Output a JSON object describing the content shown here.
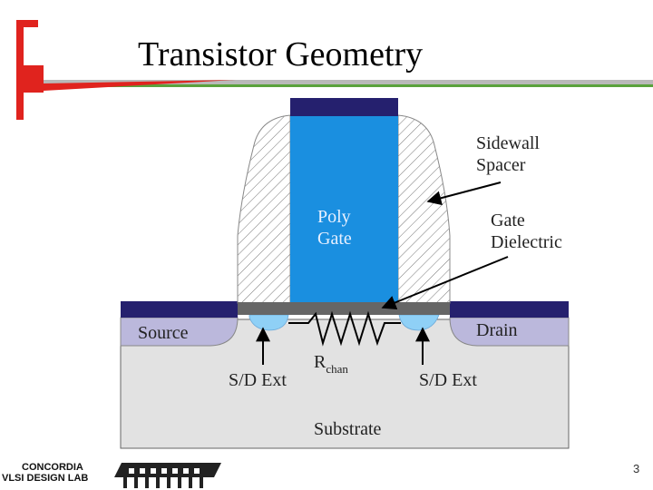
{
  "slide": {
    "title": "Transistor Geometry",
    "page_number": "3"
  },
  "diagram": {
    "labels": {
      "sidewall_spacer": "Sidewall\nSpacer",
      "poly_gate": "Poly\nGate",
      "gate_dielectric": "Gate\nDielectric",
      "source": "Source",
      "drain": "Drain",
      "sd_ext_left": "S/D Ext",
      "sd_ext_right": "S/D Ext",
      "r_chan_main": "R",
      "r_chan_sub": "chan",
      "substrate": "Substrate"
    }
  },
  "logo": {
    "line1": "CONCORDIA",
    "line2": "VLSI DESIGN LAB"
  },
  "colors": {
    "gate": "#1a8fe0",
    "gate_contact": "#25206e",
    "source_drain": "#bbb8dc",
    "substrate": "#e2e2e2",
    "extension": "#8fd0f6",
    "dielectric": "#666666",
    "accent_red": "#e0231e"
  }
}
